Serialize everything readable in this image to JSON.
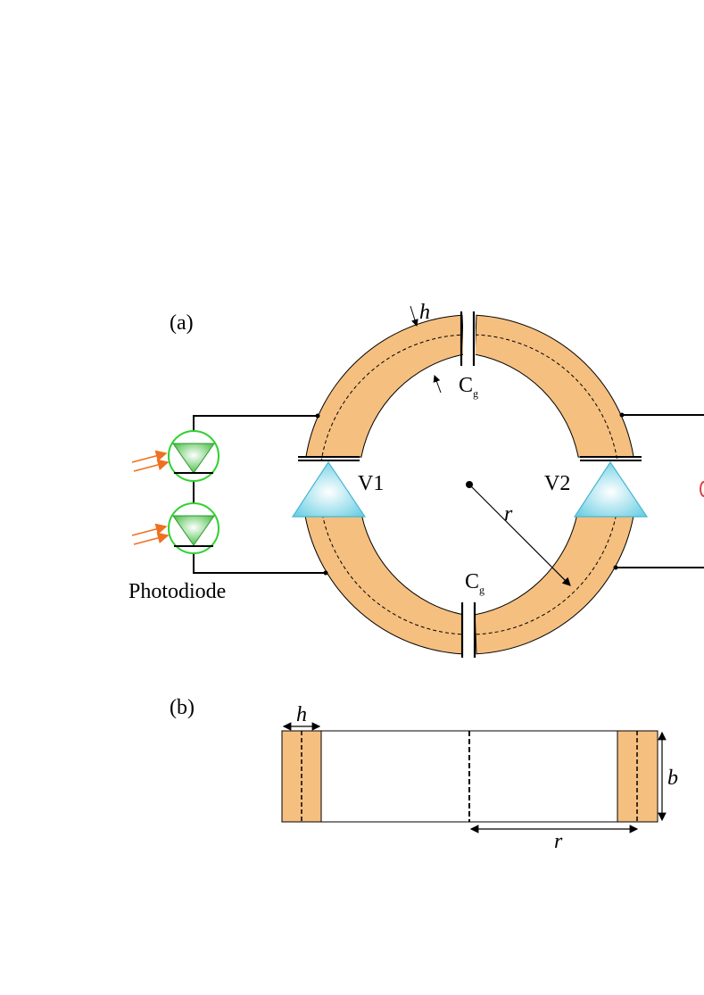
{
  "panel_a": {
    "label": "(a)",
    "thickness_label": "h",
    "gap_capacitor_label_main": "C",
    "gap_capacitor_label_sub": "g",
    "left_port_label": "V1",
    "right_port_label": "V2",
    "radius_label": "r",
    "photodiode_label": "Photodiode"
  },
  "panel_b": {
    "label": "(b)",
    "thickness_label": "h",
    "height_label": "b",
    "radius_label": "r"
  },
  "colors": {
    "ring": "#f5bf80",
    "diode": "#5fd65f",
    "diode_ring": "#2fd12f",
    "light": "#f07020",
    "port": "#8fdcea"
  }
}
